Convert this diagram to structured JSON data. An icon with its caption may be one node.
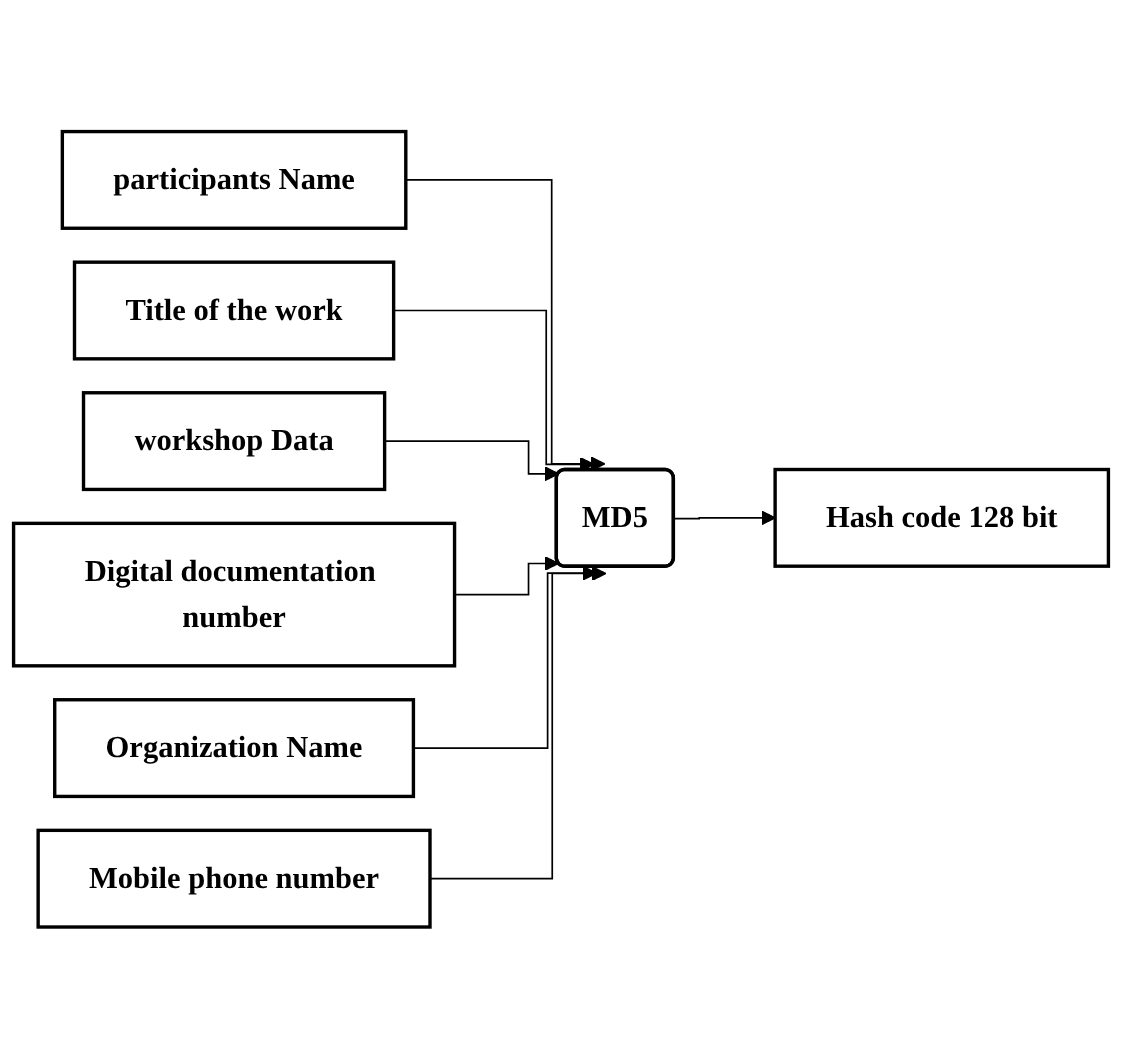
{
  "diagram": {
    "nodes": [
      {
        "text": [
          "participants Name"
        ]
      },
      {
        "text": [
          "Title of the work"
        ]
      },
      {
        "text": [
          "workshop Data"
        ]
      },
      {
        "text": [
          "Digital documentation number"
        ]
      },
      {
        "text": [
          "Organization Name"
        ]
      },
      {
        "text": [
          "Mobile phone number"
        ]
      },
      {
        "text": [
          "MD5"
        ]
      },
      {
        "text": [
          "Hash code 128 bit"
        ]
      }
    ],
    "edges": [
      {
        "from": 0,
        "to": 6,
        "arrow": "to"
      },
      {
        "from": 1,
        "to": 6,
        "arrow": "to"
      },
      {
        "from": 2,
        "to": 6,
        "arrow": "to"
      },
      {
        "from": 3,
        "to": 6,
        "arrow": "to"
      },
      {
        "from": 4,
        "to": 6,
        "arrow": "to"
      },
      {
        "from": 5,
        "to": 6,
        "arrow": "to"
      },
      {
        "from": 6,
        "to": 7,
        "arrow": "to"
      }
    ]
  }
}
